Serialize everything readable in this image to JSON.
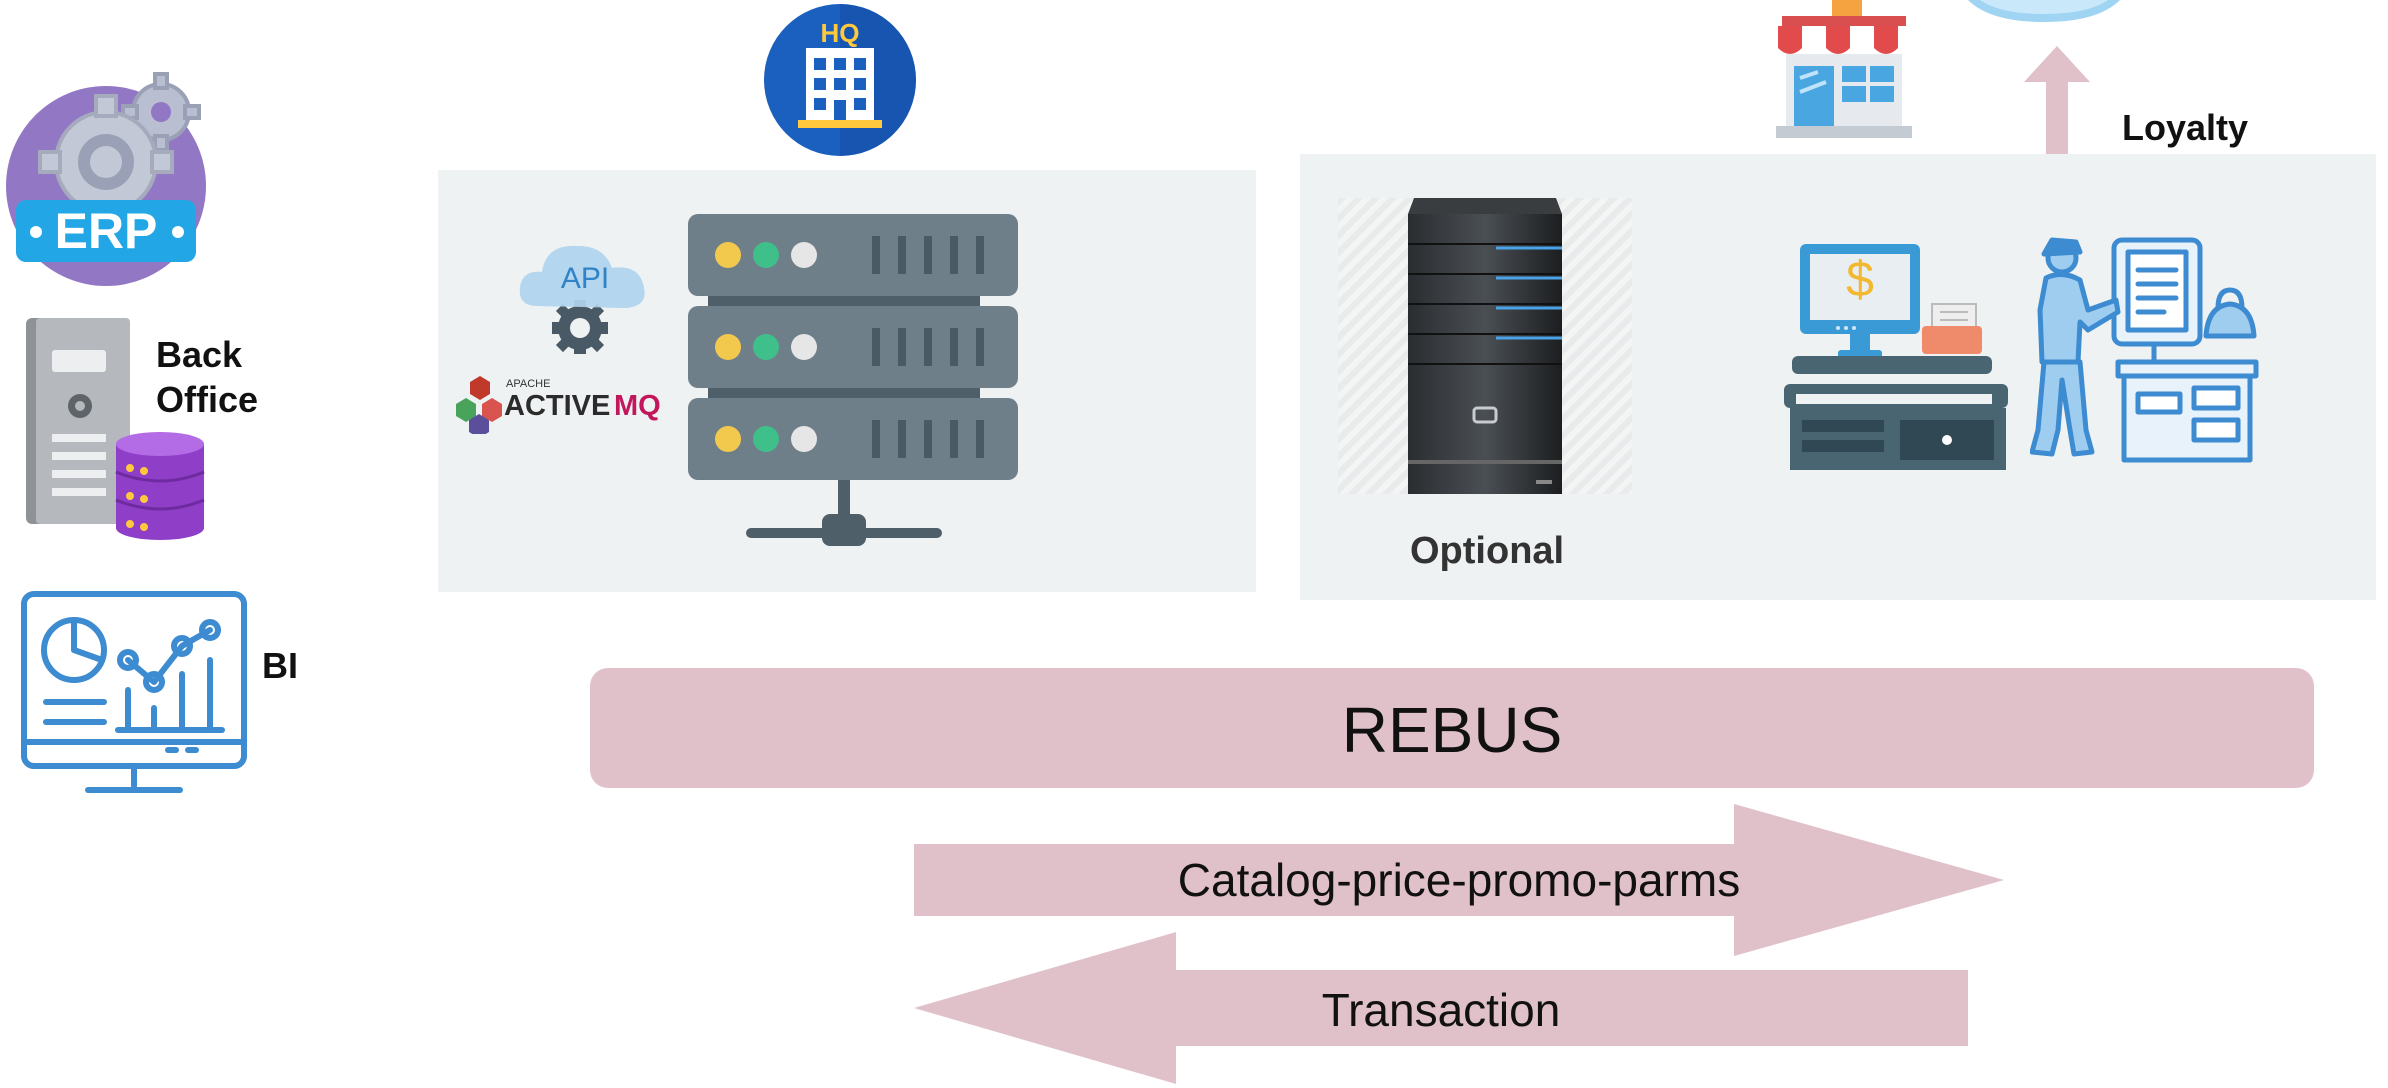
{
  "labels": {
    "erp": "ERP",
    "back_office": "Back Office",
    "bi": "BI",
    "hq": "HQ",
    "api": "API",
    "activemq_apache": "APACHE",
    "activemq_active": "ACTIVE",
    "activemq_mq": "MQ",
    "optional": "Optional",
    "loyalty": "Loyalty",
    "pos_currency": "$"
  },
  "bus": {
    "label": "REBUS",
    "forward_flow": "Catalog-price-promo-parms",
    "return_flow": "Transaction"
  },
  "colors": {
    "bus_pink": "#e0c1c9",
    "panel_gray": "#eff2f3",
    "erp_purple": "#9277c4",
    "erp_blue": "#22a6e6",
    "server_slate": "#6f7f8a",
    "line_blue": "#3d8bd0",
    "hq_blue": "#1b5fbf",
    "mq_pink": "#c2185b"
  }
}
